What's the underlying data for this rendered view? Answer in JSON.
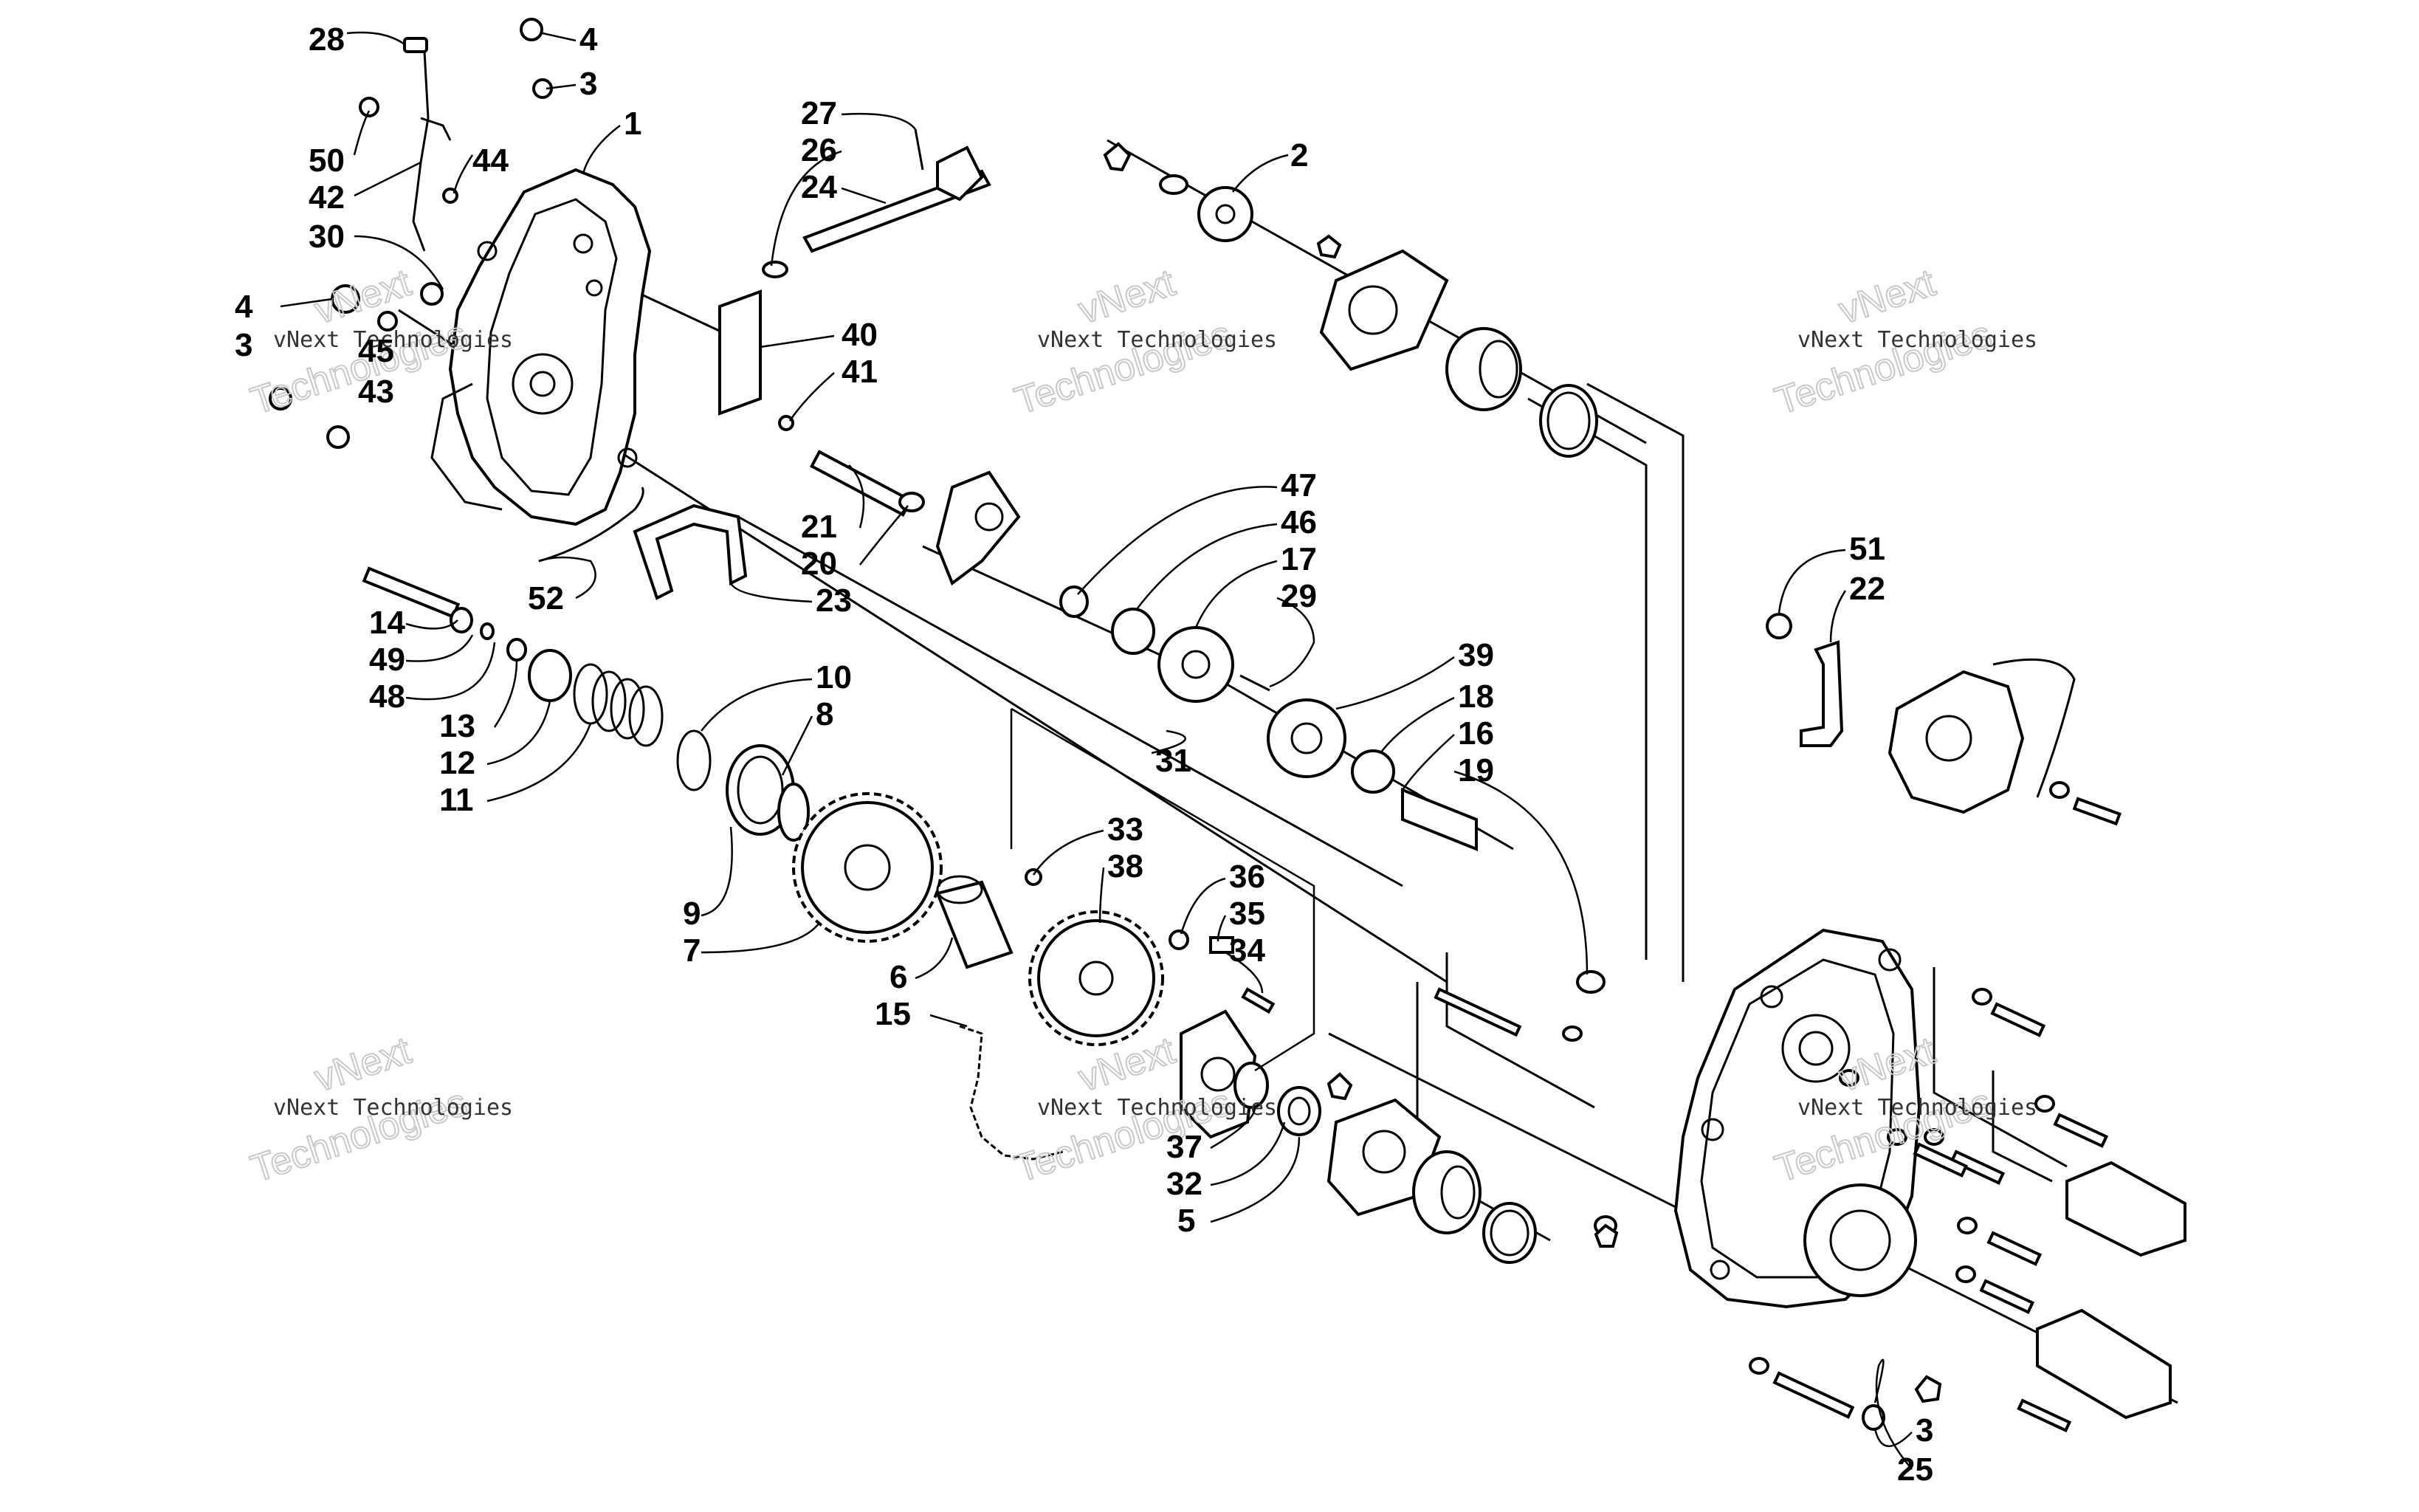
{
  "callouts": [
    {
      "id": "c28",
      "text": "28"
    },
    {
      "id": "c4a",
      "text": "4"
    },
    {
      "id": "c3a",
      "text": "3"
    },
    {
      "id": "c1",
      "text": "1"
    },
    {
      "id": "c50",
      "text": "50"
    },
    {
      "id": "c42",
      "text": "42"
    },
    {
      "id": "c44",
      "text": "44"
    },
    {
      "id": "c30",
      "text": "30"
    },
    {
      "id": "c4b",
      "text": "4"
    },
    {
      "id": "c3b",
      "text": "3"
    },
    {
      "id": "c45",
      "text": "45"
    },
    {
      "id": "c43",
      "text": "43"
    },
    {
      "id": "c27",
      "text": "27"
    },
    {
      "id": "c26",
      "text": "26"
    },
    {
      "id": "c24",
      "text": "24"
    },
    {
      "id": "c40",
      "text": "40"
    },
    {
      "id": "c41",
      "text": "41"
    },
    {
      "id": "c2",
      "text": "2"
    },
    {
      "id": "c21",
      "text": "21"
    },
    {
      "id": "c20",
      "text": "20"
    },
    {
      "id": "c52",
      "text": "52"
    },
    {
      "id": "c23",
      "text": "23"
    },
    {
      "id": "c47",
      "text": "47"
    },
    {
      "id": "c46",
      "text": "46"
    },
    {
      "id": "c17",
      "text": "17"
    },
    {
      "id": "c29",
      "text": "29"
    },
    {
      "id": "c51",
      "text": "51"
    },
    {
      "id": "c22",
      "text": "22"
    },
    {
      "id": "c14",
      "text": "14"
    },
    {
      "id": "c49",
      "text": "49"
    },
    {
      "id": "c48",
      "text": "48"
    },
    {
      "id": "c13",
      "text": "13"
    },
    {
      "id": "c12",
      "text": "12"
    },
    {
      "id": "c11",
      "text": "11"
    },
    {
      "id": "c10",
      "text": "10"
    },
    {
      "id": "c8",
      "text": "8"
    },
    {
      "id": "c39",
      "text": "39"
    },
    {
      "id": "c18",
      "text": "18"
    },
    {
      "id": "c16",
      "text": "16"
    },
    {
      "id": "c19",
      "text": "19"
    },
    {
      "id": "c31",
      "text": "31"
    },
    {
      "id": "c9",
      "text": "9"
    },
    {
      "id": "c7",
      "text": "7"
    },
    {
      "id": "c33",
      "text": "33"
    },
    {
      "id": "c38",
      "text": "38"
    },
    {
      "id": "c36",
      "text": "36"
    },
    {
      "id": "c35",
      "text": "35"
    },
    {
      "id": "c34",
      "text": "34"
    },
    {
      "id": "c6",
      "text": "6"
    },
    {
      "id": "c15",
      "text": "15"
    },
    {
      "id": "c37",
      "text": "37"
    },
    {
      "id": "c32",
      "text": "32"
    },
    {
      "id": "c5",
      "text": "5"
    },
    {
      "id": "c3c",
      "text": "3"
    },
    {
      "id": "c25",
      "text": "25"
    }
  ],
  "watermarks": [
    {
      "small": "vNext Technologies",
      "big_top": "vNext",
      "big_bottom": "Technologies"
    },
    {
      "small": "vNext Technologies",
      "big_top": "vNext",
      "big_bottom": "Technologies"
    },
    {
      "small": "vNext Technologies",
      "big_top": "vNext",
      "big_bottom": "Technologies"
    },
    {
      "small": "vNext Technologies",
      "big_top": "vNext",
      "big_bottom": "Technologies"
    },
    {
      "small": "vNext Technologies",
      "big_top": "vNext",
      "big_bottom": "Technologies"
    },
    {
      "small": "vNext Technologies",
      "big_top": "vNext",
      "big_bottom": "Technologies"
    }
  ]
}
